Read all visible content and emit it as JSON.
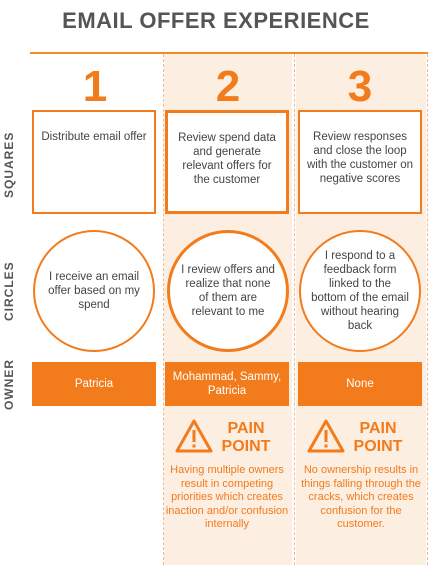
{
  "title": "EMAIL OFFER EXPERIENCE",
  "colors": {
    "accent": "#f27b1c",
    "shade": "#fdeee2"
  },
  "columns": [
    "1",
    "2",
    "3"
  ],
  "rows": {
    "squares": "SQUARES",
    "circles": "CIRCLES",
    "owner": "OWNER"
  },
  "squares": [
    "Distribute email offer",
    "Review spend data and generate relevant offers for the customer",
    "Review responses and close the loop with the customer on negative scores"
  ],
  "circles": [
    "I receive an email offer based on my spend",
    "I review offers and realize that none of them are relevant to me",
    "I respond to a feedback form linked to the bottom of the email without hearing back"
  ],
  "owners": [
    "Patricia",
    "Mohammad, Sammy, Patricia",
    "None"
  ],
  "pain_points": [
    {
      "icon": "warning-icon",
      "title_line1": "PAIN",
      "title_line2": "POINT",
      "text": "Having multiple owners result in competing priorities which creates inaction and/or confusion internally"
    },
    {
      "icon": "warning-icon",
      "title_line1": "PAIN",
      "title_line2": "POINT",
      "text": "No ownership results in things falling through the cracks, which creates confusion for the customer."
    }
  ]
}
